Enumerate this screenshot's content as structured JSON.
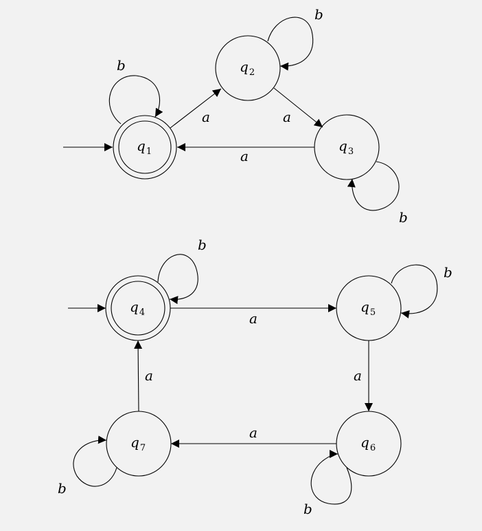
{
  "automata": [
    {
      "states": [
        {
          "name": "q",
          "sub": "1",
          "initial": true,
          "accepting": true
        },
        {
          "name": "q",
          "sub": "2",
          "initial": false,
          "accepting": false
        },
        {
          "name": "q",
          "sub": "3",
          "initial": false,
          "accepting": false
        }
      ],
      "transitions": [
        {
          "from": "q1",
          "to": "q1",
          "symbol": "b"
        },
        {
          "from": "q1",
          "to": "q2",
          "symbol": "a"
        },
        {
          "from": "q2",
          "to": "q2",
          "symbol": "b"
        },
        {
          "from": "q2",
          "to": "q3",
          "symbol": "a"
        },
        {
          "from": "q3",
          "to": "q1",
          "symbol": "a"
        },
        {
          "from": "q3",
          "to": "q3",
          "symbol": "b"
        }
      ]
    },
    {
      "states": [
        {
          "name": "q",
          "sub": "4",
          "initial": true,
          "accepting": true
        },
        {
          "name": "q",
          "sub": "5",
          "initial": false,
          "accepting": false
        },
        {
          "name": "q",
          "sub": "6",
          "initial": false,
          "accepting": false
        },
        {
          "name": "q",
          "sub": "7",
          "initial": false,
          "accepting": false
        }
      ],
      "transitions": [
        {
          "from": "q4",
          "to": "q4",
          "symbol": "b"
        },
        {
          "from": "q4",
          "to": "q5",
          "symbol": "a"
        },
        {
          "from": "q5",
          "to": "q5",
          "symbol": "b"
        },
        {
          "from": "q5",
          "to": "q6",
          "symbol": "a"
        },
        {
          "from": "q6",
          "to": "q6",
          "symbol": "b"
        },
        {
          "from": "q6",
          "to": "q7",
          "symbol": "a"
        },
        {
          "from": "q7",
          "to": "q7",
          "symbol": "b"
        },
        {
          "from": "q7",
          "to": "q4",
          "symbol": "a"
        }
      ]
    }
  ],
  "colors": {
    "background": "#f2f2f2",
    "stroke": "#000000"
  }
}
